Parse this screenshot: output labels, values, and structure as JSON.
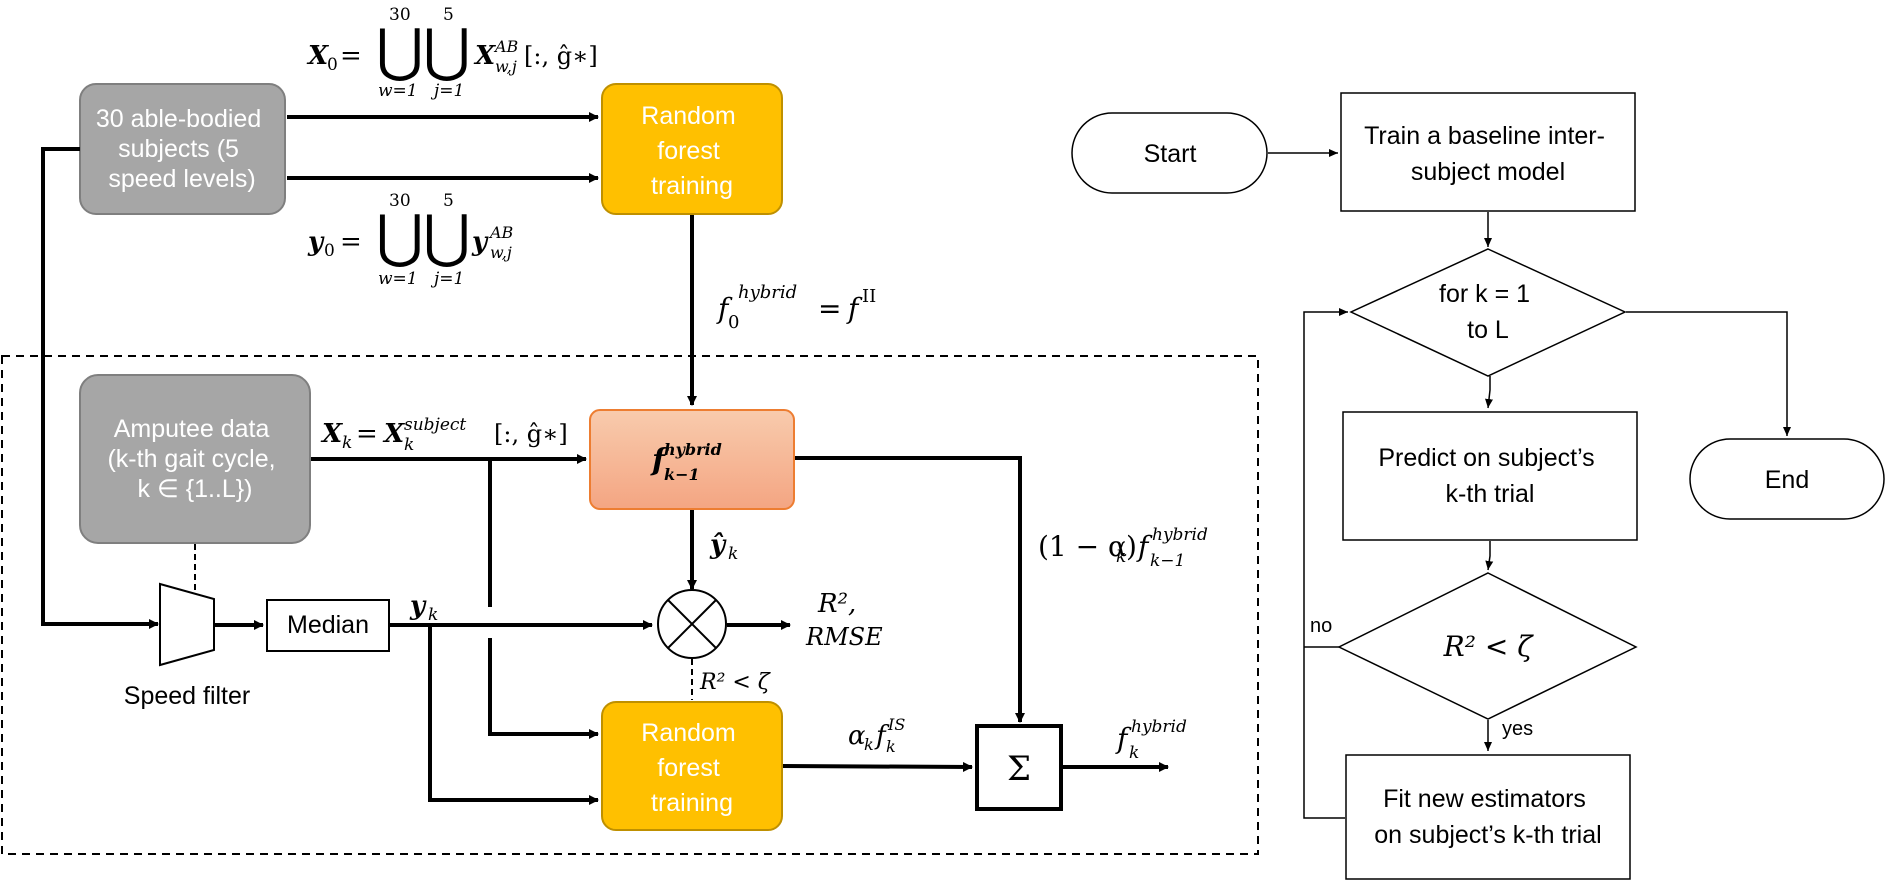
{
  "left_diagram": {
    "able_bodied_box": [
      "30 able-bodied",
      "subjects (5",
      "speed levels)"
    ],
    "rf_top": [
      "Random",
      "forest",
      "training"
    ],
    "rf_bottom": [
      "Random",
      "forest",
      "training"
    ],
    "amputee_box": [
      "Amputee data",
      "(k-th gait cycle,",
      "k ∈ {1..L})"
    ],
    "median_label": "Median",
    "speed_filter_label": "Speed filter",
    "sum_symbol": "Σ",
    "eq_x0": "X₀ = ⋃ ⋃ X",
    "eq_x0_upper_w": "30",
    "eq_x0_upper_j": "5",
    "eq_x0_lower_w": "w=1",
    "eq_x0_lower_j": "j=1",
    "eq_x0_sup": "AB",
    "eq_x0_sub": "w,j",
    "eq_x0_tail": "[:, ĝ∗]",
    "eq_y0": "y₀ = ⋃ ⋃ y",
    "eq_y0_upper_w": "30",
    "eq_y0_upper_j": "5",
    "eq_y0_lower_w": "w=1",
    "eq_y0_lower_j": "j=1",
    "eq_y0_sup": "AB",
    "eq_y0_sub": "w,j",
    "f0_main": "f",
    "f0_sub": "0",
    "f0_sup": "hybrid",
    "f0_rhs": "= f",
    "f0_rhs_sup": "II",
    "xk_main": "Xₖ = X",
    "xk_sub": "k",
    "xk_sup": "subject",
    "xk_tail": "[:, ĝ∗]",
    "fk1_main": "f",
    "fk1_sub": "k−1",
    "fk1_sup": "hybrid",
    "yhat_label": "ŷₖ",
    "yk_label": "yₖ",
    "r2_label": "R²,",
    "rmse_label": "RMSE",
    "r2_cond": "R² < ζ",
    "alpha_term_main": "(1 − αₖ)f",
    "alpha_term_sub": "k−1",
    "alpha_term_sup": "hybrid",
    "alpha_is_main": "αₖf",
    "alpha_is_sub": "k",
    "alpha_is_sup": "IS",
    "fk_out_main": "f",
    "fk_out_sub": "k",
    "fk_out_sup": "hybrid"
  },
  "right_flowchart": {
    "start": "Start",
    "train": [
      "Train a baseline inter-",
      "subject model"
    ],
    "loop": [
      "for k = 1",
      "to L"
    ],
    "predict": [
      "Predict on subject’s",
      "k-th trial"
    ],
    "condition": "R² < ζ",
    "fit": [
      "Fit new estimators",
      "on subject’s k-th trial"
    ],
    "end": "End",
    "no_label": "no",
    "yes_label": "yes"
  },
  "colors": {
    "gray_box": "#a6a6a6",
    "gray_border": "#7f7f7f",
    "rf_fill": "#ffc000",
    "rf_border": "#bf9000",
    "hybrid_fill_top": "#f8cbad",
    "hybrid_fill_bottom": "#f4a582",
    "hybrid_border": "#ed7d31"
  }
}
